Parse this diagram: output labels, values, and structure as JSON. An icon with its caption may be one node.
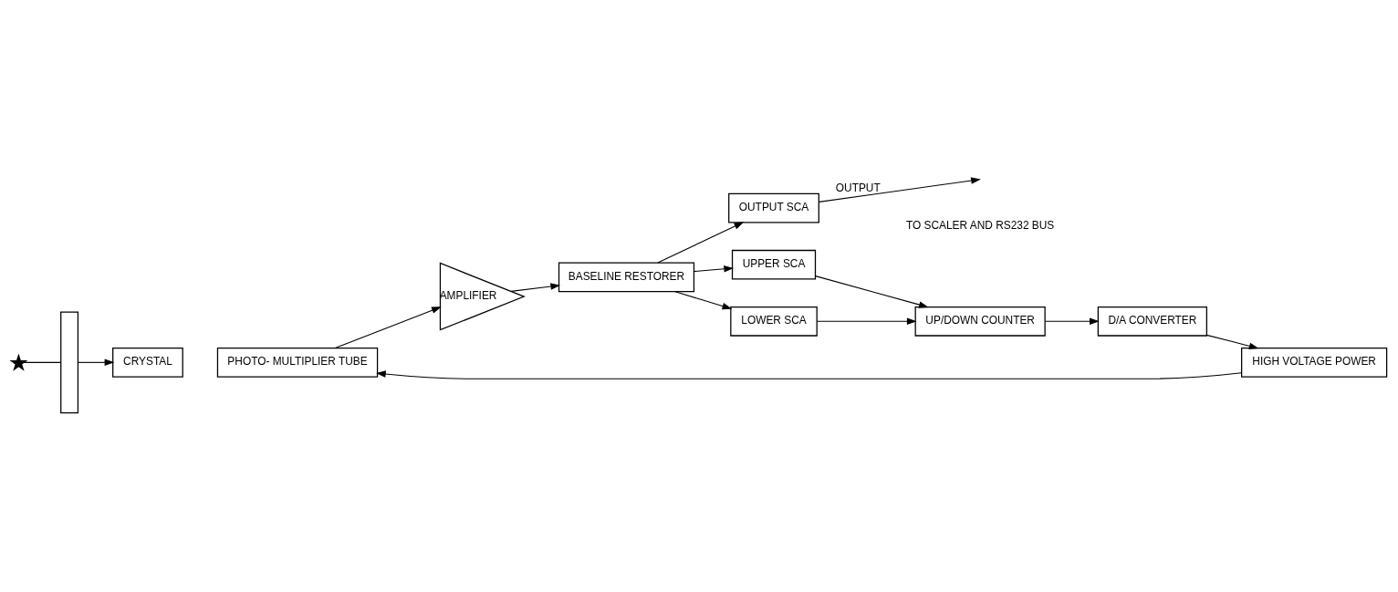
{
  "diagram": {
    "nodes": [
      {
        "text": [],
        "shape": "star"
      },
      {
        "text": [],
        "shape": "box"
      },
      {
        "text": [
          "CRYSTAL"
        ]
      },
      {
        "text": [
          "PHOTO- MULTIPLIER TUBE"
        ]
      },
      {
        "text": [
          "AMPLIFIER"
        ]
      },
      {
        "text": [
          "BASELINE RESTORER"
        ]
      },
      {
        "text": [
          "OUTPUT SCA"
        ]
      },
      {
        "text": [
          "UPPER SCA"
        ]
      },
      {
        "text": [
          "LOWER SCA"
        ]
      },
      {
        "text": [
          "UP/DOWN COUNTER"
        ]
      },
      {
        "text": [
          "D/A CONVERTER"
        ]
      },
      {
        "text": [
          "HIGH VOLTAGE POWER"
        ]
      }
    ],
    "edges": [
      {
        "from": 0,
        "to": 1,
        "arrow": "none"
      },
      {
        "from": 1,
        "to": 2,
        "arrow": "to"
      },
      {
        "from": 3,
        "to": 4,
        "arrow": "to"
      },
      {
        "from": 4,
        "to": 5,
        "arrow": "to"
      },
      {
        "from": 5,
        "to": 6,
        "arrow": "to"
      },
      {
        "from": 6,
        "to": null,
        "arrow": "to",
        "label": "OUTPUT"
      },
      {
        "from": 5,
        "to": 7,
        "arrow": "to"
      },
      {
        "from": 5,
        "to": 8,
        "arrow": "to"
      },
      {
        "from": 7,
        "to": 9,
        "arrow": "to"
      },
      {
        "from": 8,
        "to": 9,
        "arrow": "to"
      },
      {
        "from": 9,
        "to": 10,
        "arrow": "to"
      },
      {
        "from": 10,
        "to": 11,
        "arrow": "to"
      },
      {
        "from": 11,
        "to": 3,
        "arrow": "to"
      }
    ],
    "labels": [
      "TO SCALER AND RS232 BUS"
    ]
  }
}
